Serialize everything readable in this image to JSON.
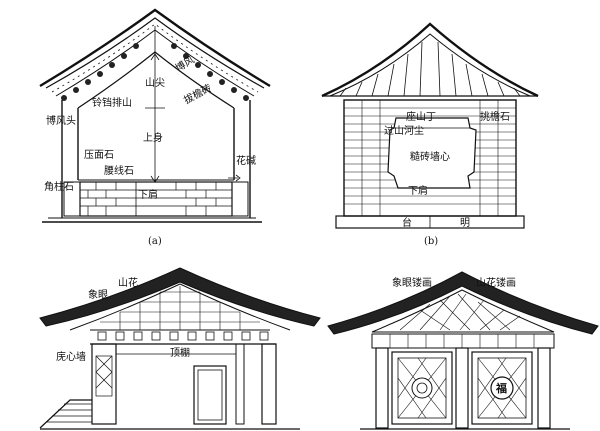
{
  "panels": {
    "a": {
      "caption": "(a)",
      "labels": {
        "bofeng_tou": "博风头",
        "bo_feng": "博风",
        "ling_dang": "铃铛排山",
        "shan_jian": "山尖",
        "tuo_zhuan": "拔檐砖",
        "shang_shen": "上身",
        "ya_mian": "压面石",
        "yao_xian": "腰线石",
        "hua_jian": "花碱",
        "jiao_zhu": "角柱石",
        "xia_jian": "下肩"
      }
    },
    "b": {
      "caption": "(b)",
      "labels": {
        "zuo_shan_ding": "座山丁",
        "tuo_yan_shi": "挑檐石",
        "guo_shan": "过山河尘",
        "sui_zhuan": "糙砖墙心",
        "xia_jian": "下肩",
        "tai": "台",
        "ming": "明"
      }
    },
    "c": {
      "labels": {
        "shan_hua": "山花",
        "xiang_yan": "象眼",
        "ding_peng": "顶棚",
        "lu_xin": "庑心墙"
      }
    },
    "d": {
      "labels": {
        "xiang_yan_diao": "象眼镂画",
        "shan_hua_diao": "山花镂画",
        "fu": "福"
      }
    }
  },
  "colors": {
    "ink": "#111111",
    "paper": "#ffffff",
    "fill_dark": "#222222"
  }
}
